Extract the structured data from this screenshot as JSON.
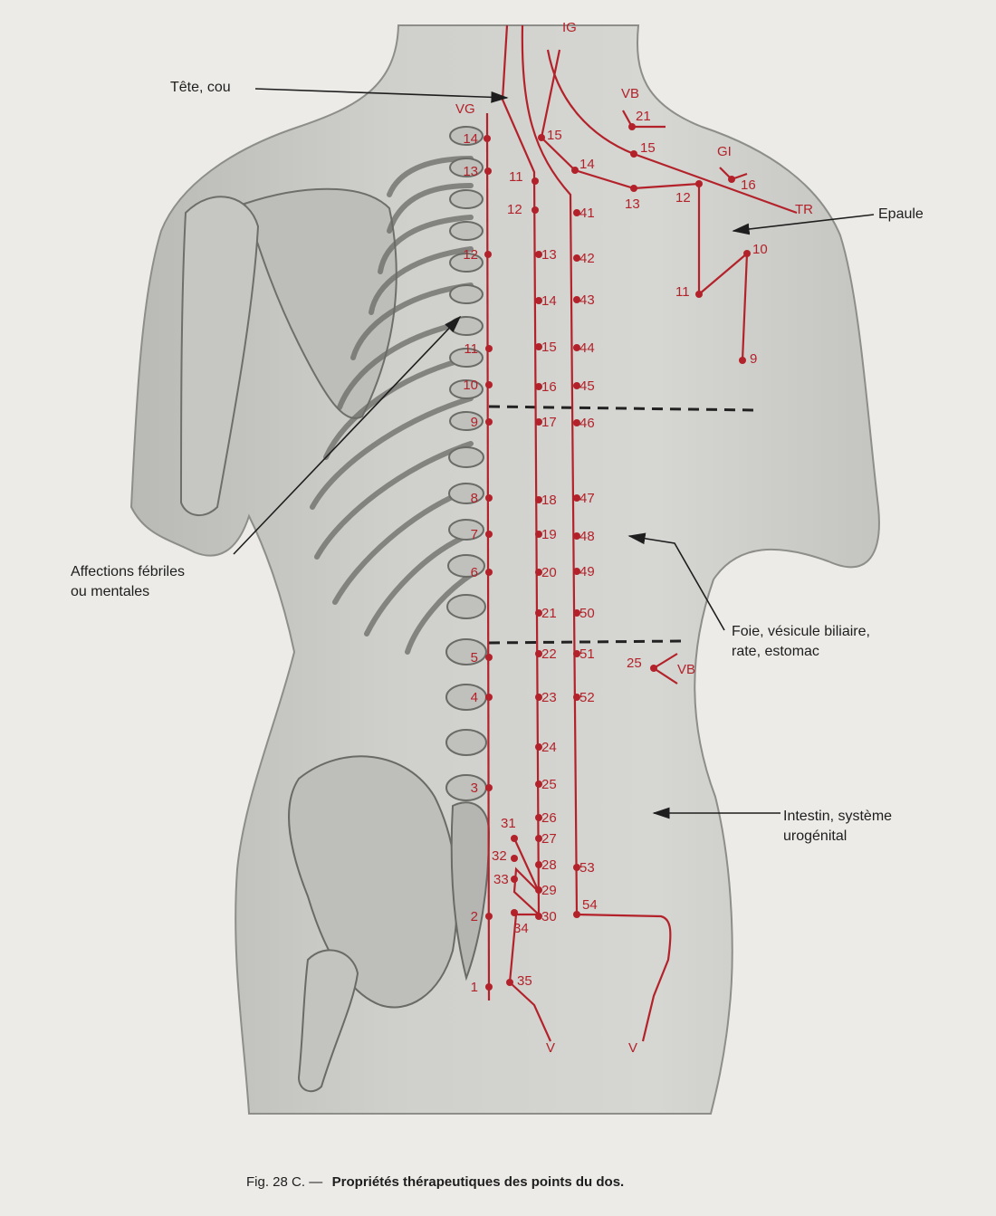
{
  "accent_color": "#b3222a",
  "annotations": {
    "head_neck": "Tête, cou",
    "shoulder": "Epaule",
    "febrile_1": "Affections fébriles",
    "febrile_2": "ou mentales",
    "liver_1": "Foie, vésicule biliaire,",
    "liver_2": "rate, estomac",
    "intestine_1": "Intestin, système",
    "intestine_2": "urogénital"
  },
  "meridians": {
    "vg": "VG",
    "ig": "IG",
    "vb_top": "VB",
    "gi": "GI",
    "tr": "TR",
    "vb_side": "VB",
    "v_left": "V",
    "v_right": "V"
  },
  "points": {
    "vg": [
      "14",
      "13",
      "12",
      "11",
      "10",
      "9",
      "8",
      "7",
      "6",
      "5",
      "4",
      "3",
      "2",
      "1"
    ],
    "v_inner": [
      "11",
      "12",
      "13",
      "14",
      "15",
      "16",
      "17",
      "18",
      "19",
      "20",
      "21",
      "22",
      "23",
      "24",
      "25",
      "26",
      "27",
      "28",
      "29",
      "30"
    ],
    "v_outer": [
      "41",
      "42",
      "43",
      "44",
      "45",
      "46",
      "47",
      "48",
      "49",
      "50",
      "51",
      "52",
      "53",
      "54"
    ],
    "sacral": [
      "31",
      "32",
      "33",
      "34",
      "35"
    ],
    "ig": [
      "15",
      "14",
      "13",
      "12",
      "11",
      "10",
      "9"
    ],
    "vb_top": [
      "21"
    ],
    "tr": [
      "15"
    ],
    "gi": [
      "16"
    ],
    "vb_side": [
      "25"
    ]
  },
  "caption": {
    "figure_no": "Fig. 28 C. —",
    "title": "Propriétés thérapeutiques des points du dos."
  }
}
